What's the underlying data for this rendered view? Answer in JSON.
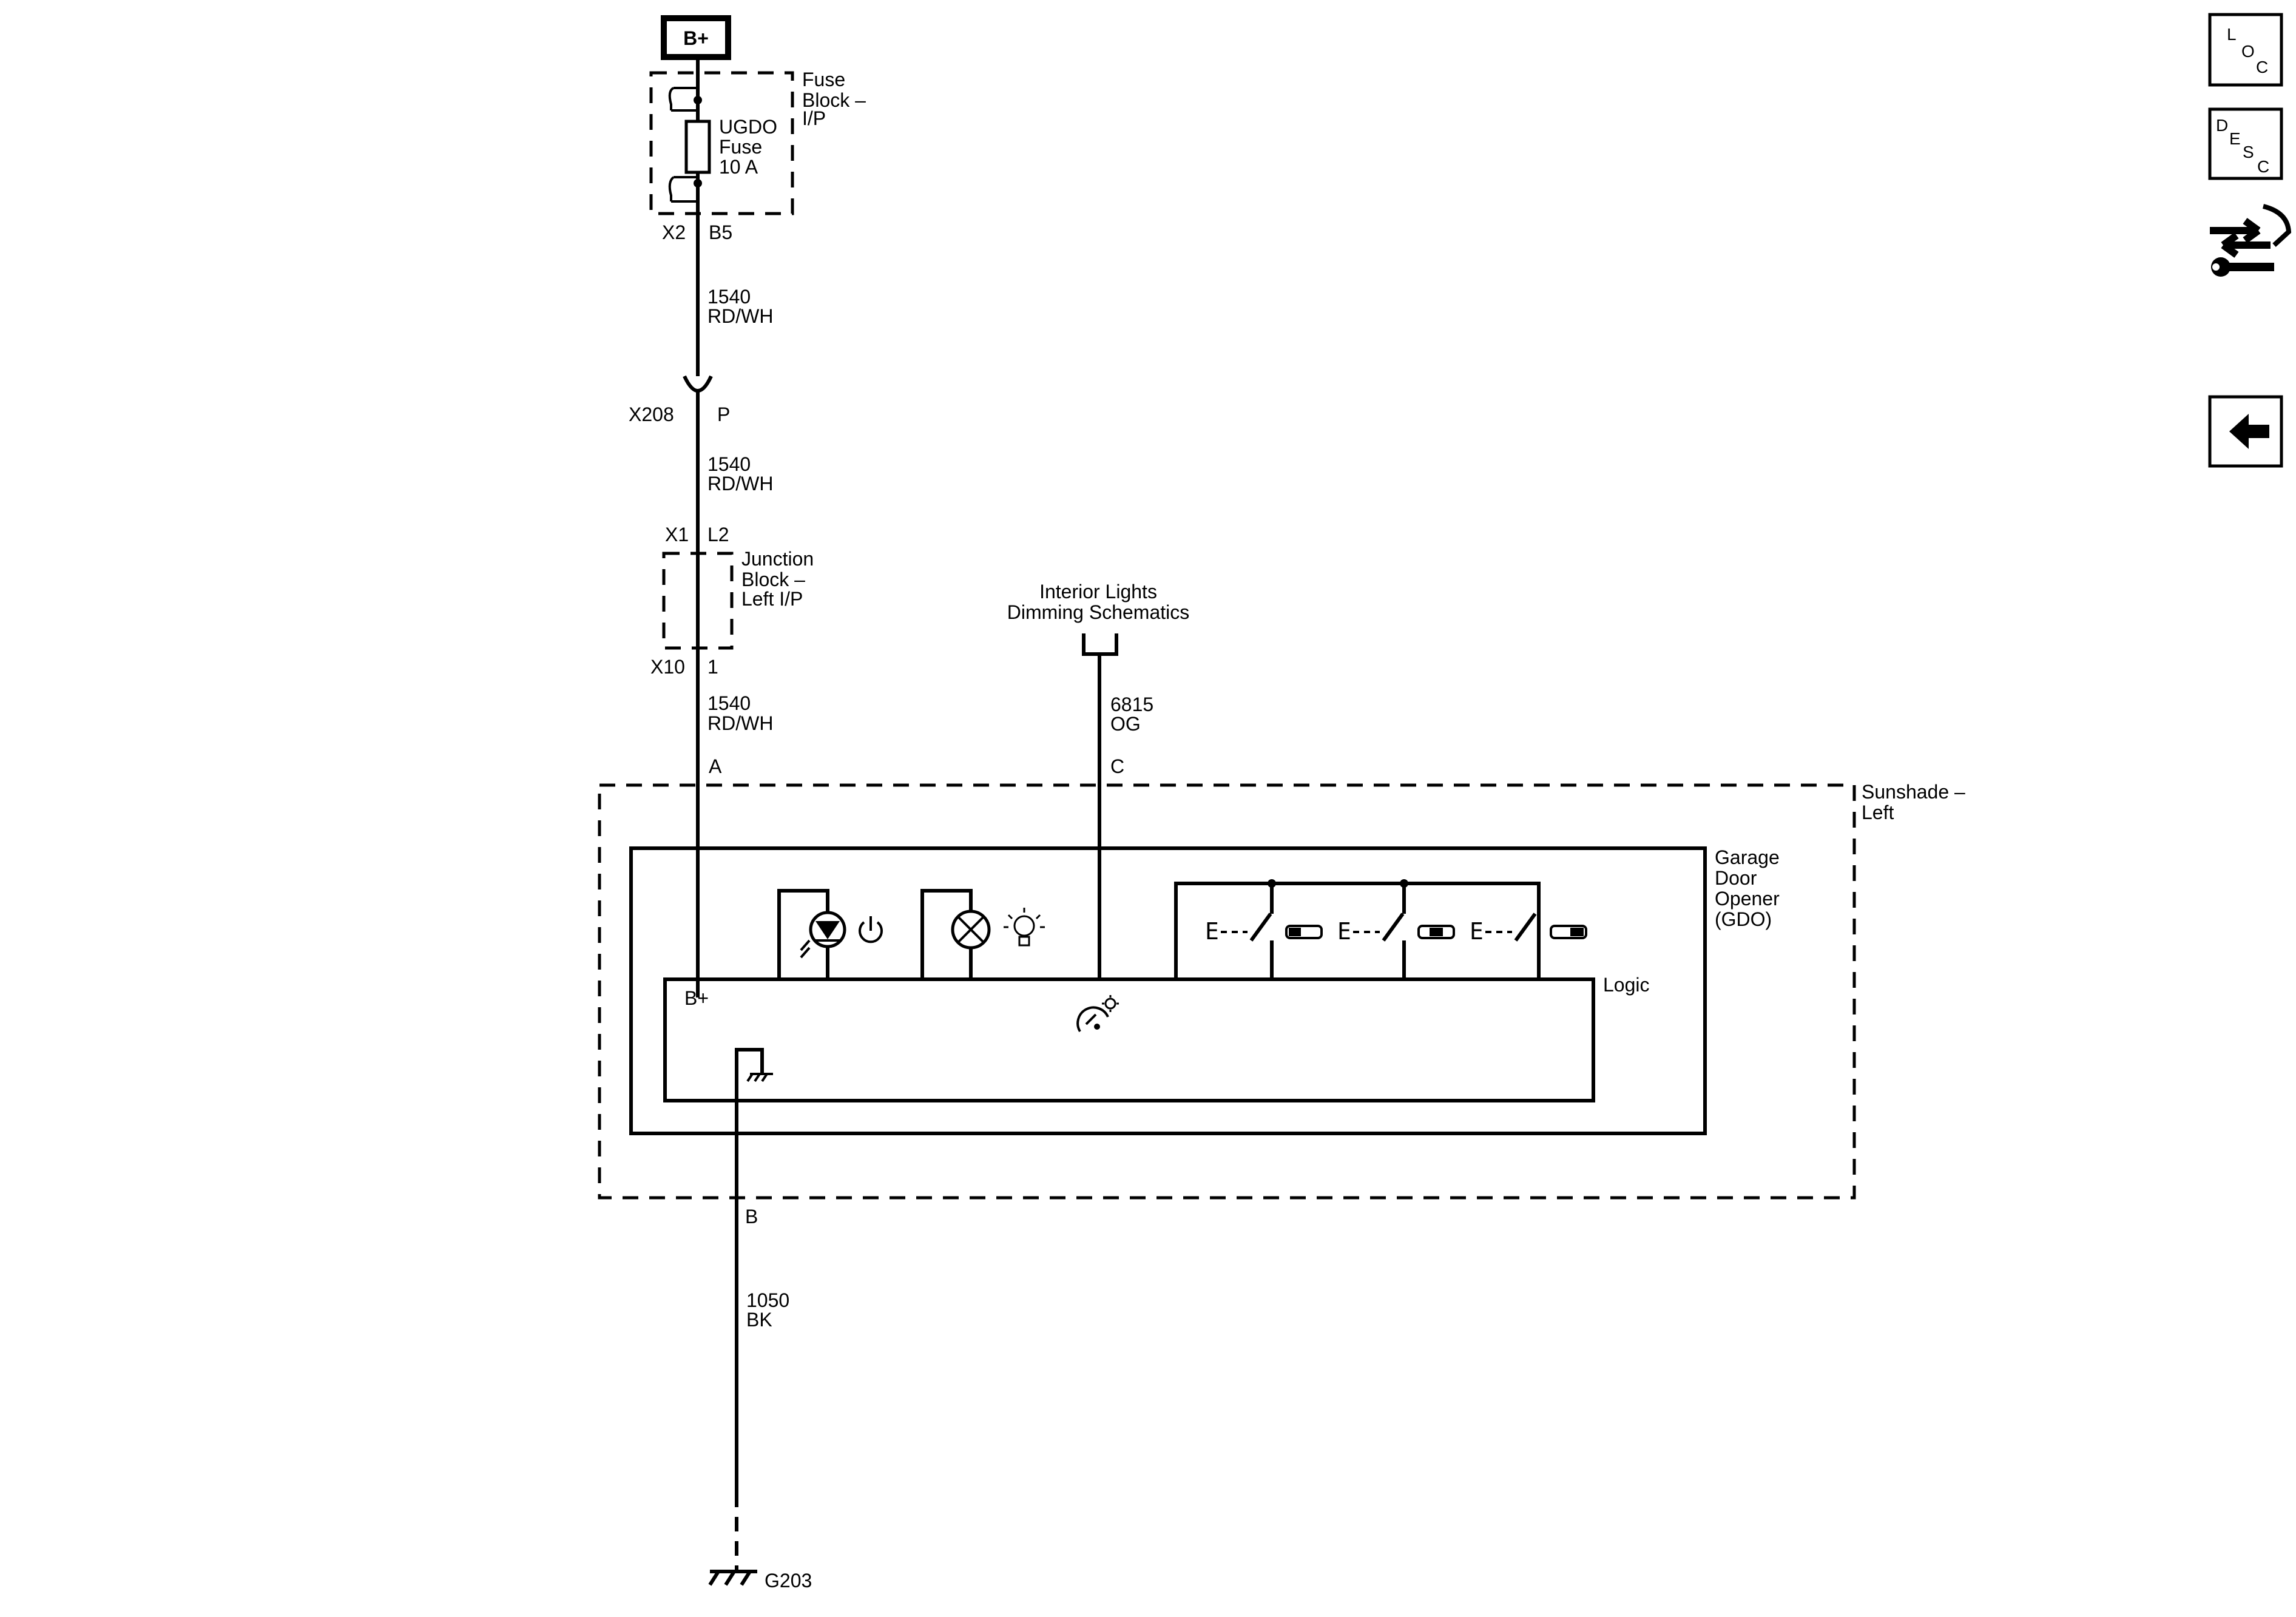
{
  "power_source": {
    "label": "B+"
  },
  "fuse_block": {
    "name_lines": [
      "Fuse",
      "Block –",
      "I/P"
    ],
    "fuse_lines": [
      "UGDO",
      "Fuse",
      "10 A"
    ],
    "connector_label": "X2",
    "pin_label": "B5"
  },
  "wire_1540_a": {
    "circuit": "1540",
    "color": "RD/WH"
  },
  "inline_connector": {
    "label": "X208",
    "pin": "P"
  },
  "wire_1540_b": {
    "circuit": "1540",
    "color": "RD/WH"
  },
  "junction_block": {
    "top_connector": "X1",
    "top_pin": "L2",
    "name_lines": [
      "Junction",
      "Block –",
      "Left I/P"
    ],
    "bottom_connector": "X10",
    "bottom_pin": "1"
  },
  "wire_1540_c": {
    "circuit": "1540",
    "color": "RD/WH"
  },
  "dimming_reference": {
    "lines": [
      "Interior Lights",
      "Dimming Schematics"
    ]
  },
  "wire_6815": {
    "circuit": "6815",
    "color": "OG"
  },
  "sunshade": {
    "name_lines": [
      "Sunshade –",
      "Left"
    ],
    "pin_a": "A",
    "pin_c": "C",
    "pin_b": "B"
  },
  "gdo": {
    "name_lines": [
      "Garage",
      "Door",
      "Opener",
      "(GDO)"
    ],
    "logic_label": "Logic",
    "b_plus_label": "B+",
    "switch_letter": "E"
  },
  "wire_1050": {
    "circuit": "1050",
    "color": "BK"
  },
  "ground": {
    "label": "G203"
  },
  "nav_buttons": {
    "loc": {
      "letters": [
        "L",
        "O",
        "C"
      ]
    },
    "desc": {
      "letters": [
        "D",
        "E",
        "S",
        "C"
      ]
    },
    "service_icon": "connector-wrench-icon",
    "back_icon": "arrow-left-icon"
  }
}
